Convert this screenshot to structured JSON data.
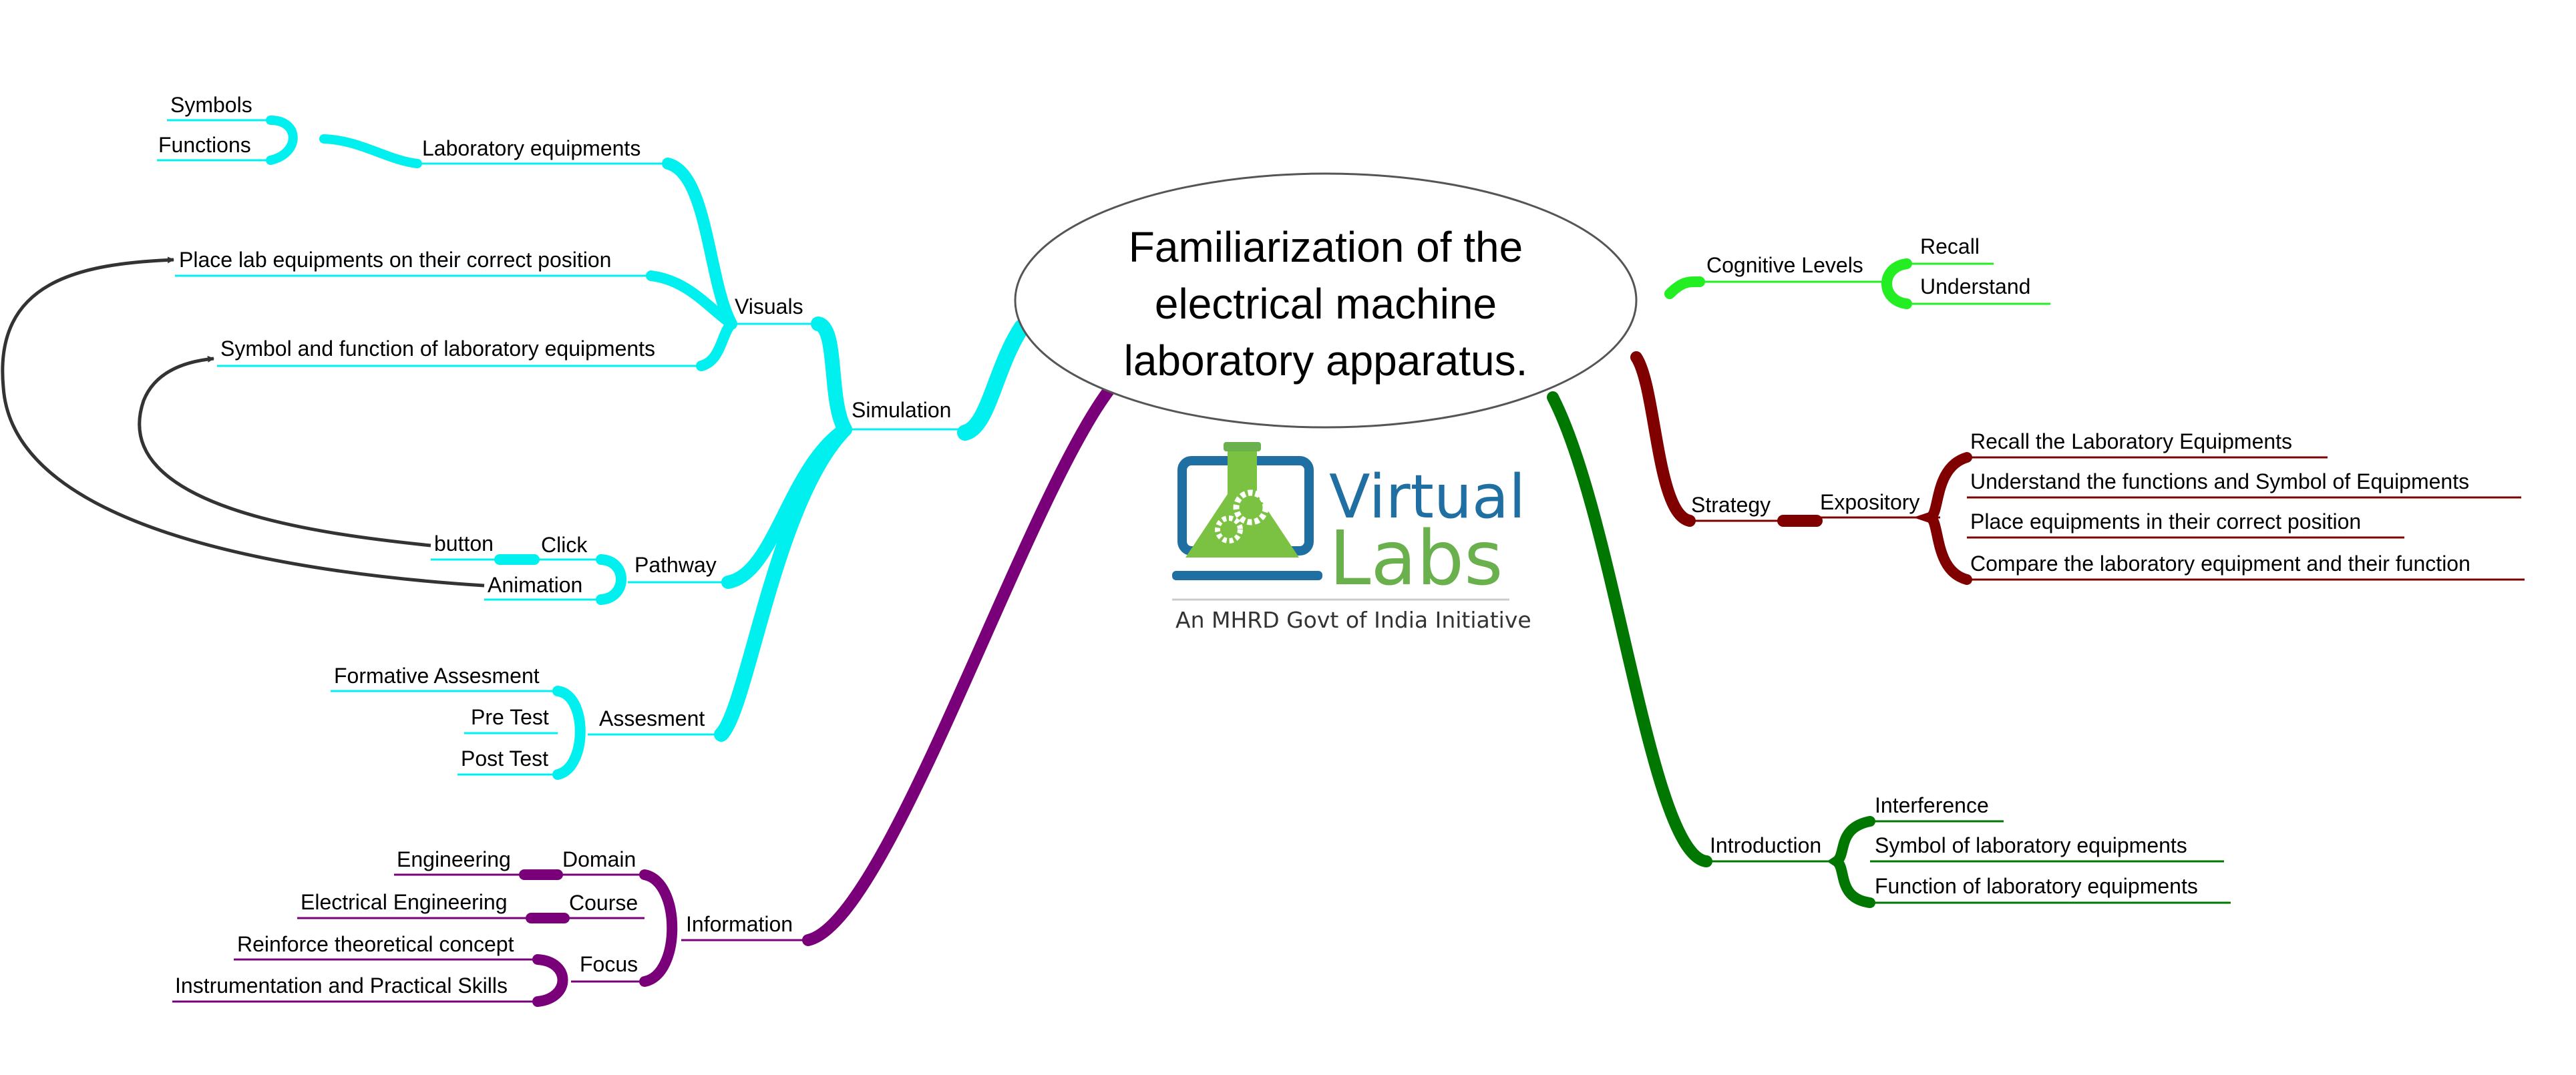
{
  "central_topic": {
    "lines": [
      "Familiarization of the",
      "electrical machine",
      "laboratory apparatus."
    ]
  },
  "logo": {
    "word1": "Virtual",
    "word2": "Labs",
    "tagline": "An MHRD Govt of India Initiative"
  },
  "colors": {
    "simulation": "#00f0f0",
    "information": "#7a007a",
    "cognitive": "#22ee22",
    "strategy": "#800000",
    "introduction": "#007700",
    "arrow": "#333333",
    "logo_blue": "#1f6fa3",
    "logo_green": "#6ab04c"
  },
  "branches": {
    "simulation": {
      "label": "Simulation",
      "visuals": {
        "label": "Visuals",
        "lab_equipments": {
          "label": "Laboratory equipments",
          "children": [
            "Symbols",
            "Functions"
          ]
        },
        "place": "Place lab equipments on their correct position",
        "symbol_function": "Symbol and function of laboratory equipments"
      },
      "pathway": {
        "label": "Pathway",
        "click": {
          "label": "Click",
          "child": "button"
        },
        "animation": "Animation"
      },
      "assesment": {
        "label": "Assesment",
        "children": [
          "Formative Assesment",
          "Pre Test",
          "Post Test"
        ]
      }
    },
    "information": {
      "label": "Information",
      "domain": {
        "label": "Domain",
        "child": "Engineering"
      },
      "course": {
        "label": "Course",
        "child": "Electrical Engineering"
      },
      "focus": {
        "label": "Focus",
        "children": [
          "Reinforce theoretical concept",
          "Instrumentation and Practical Skills"
        ]
      }
    },
    "cognitive": {
      "label": "Cognitive Levels",
      "children": [
        "Recall",
        "Understand"
      ]
    },
    "strategy": {
      "label": "Strategy",
      "expository": {
        "label": "Expository",
        "children": [
          "Recall the Laboratory Equipments",
          "Understand the functions and Symbol of Equipments",
          "Place equipments in their correct position",
          "Compare the laboratory equipment and their function"
        ]
      }
    },
    "introduction": {
      "label": "Introduction",
      "children": [
        "Interference",
        "Symbol of laboratory equipments",
        "Function of laboratory equipments"
      ]
    }
  }
}
